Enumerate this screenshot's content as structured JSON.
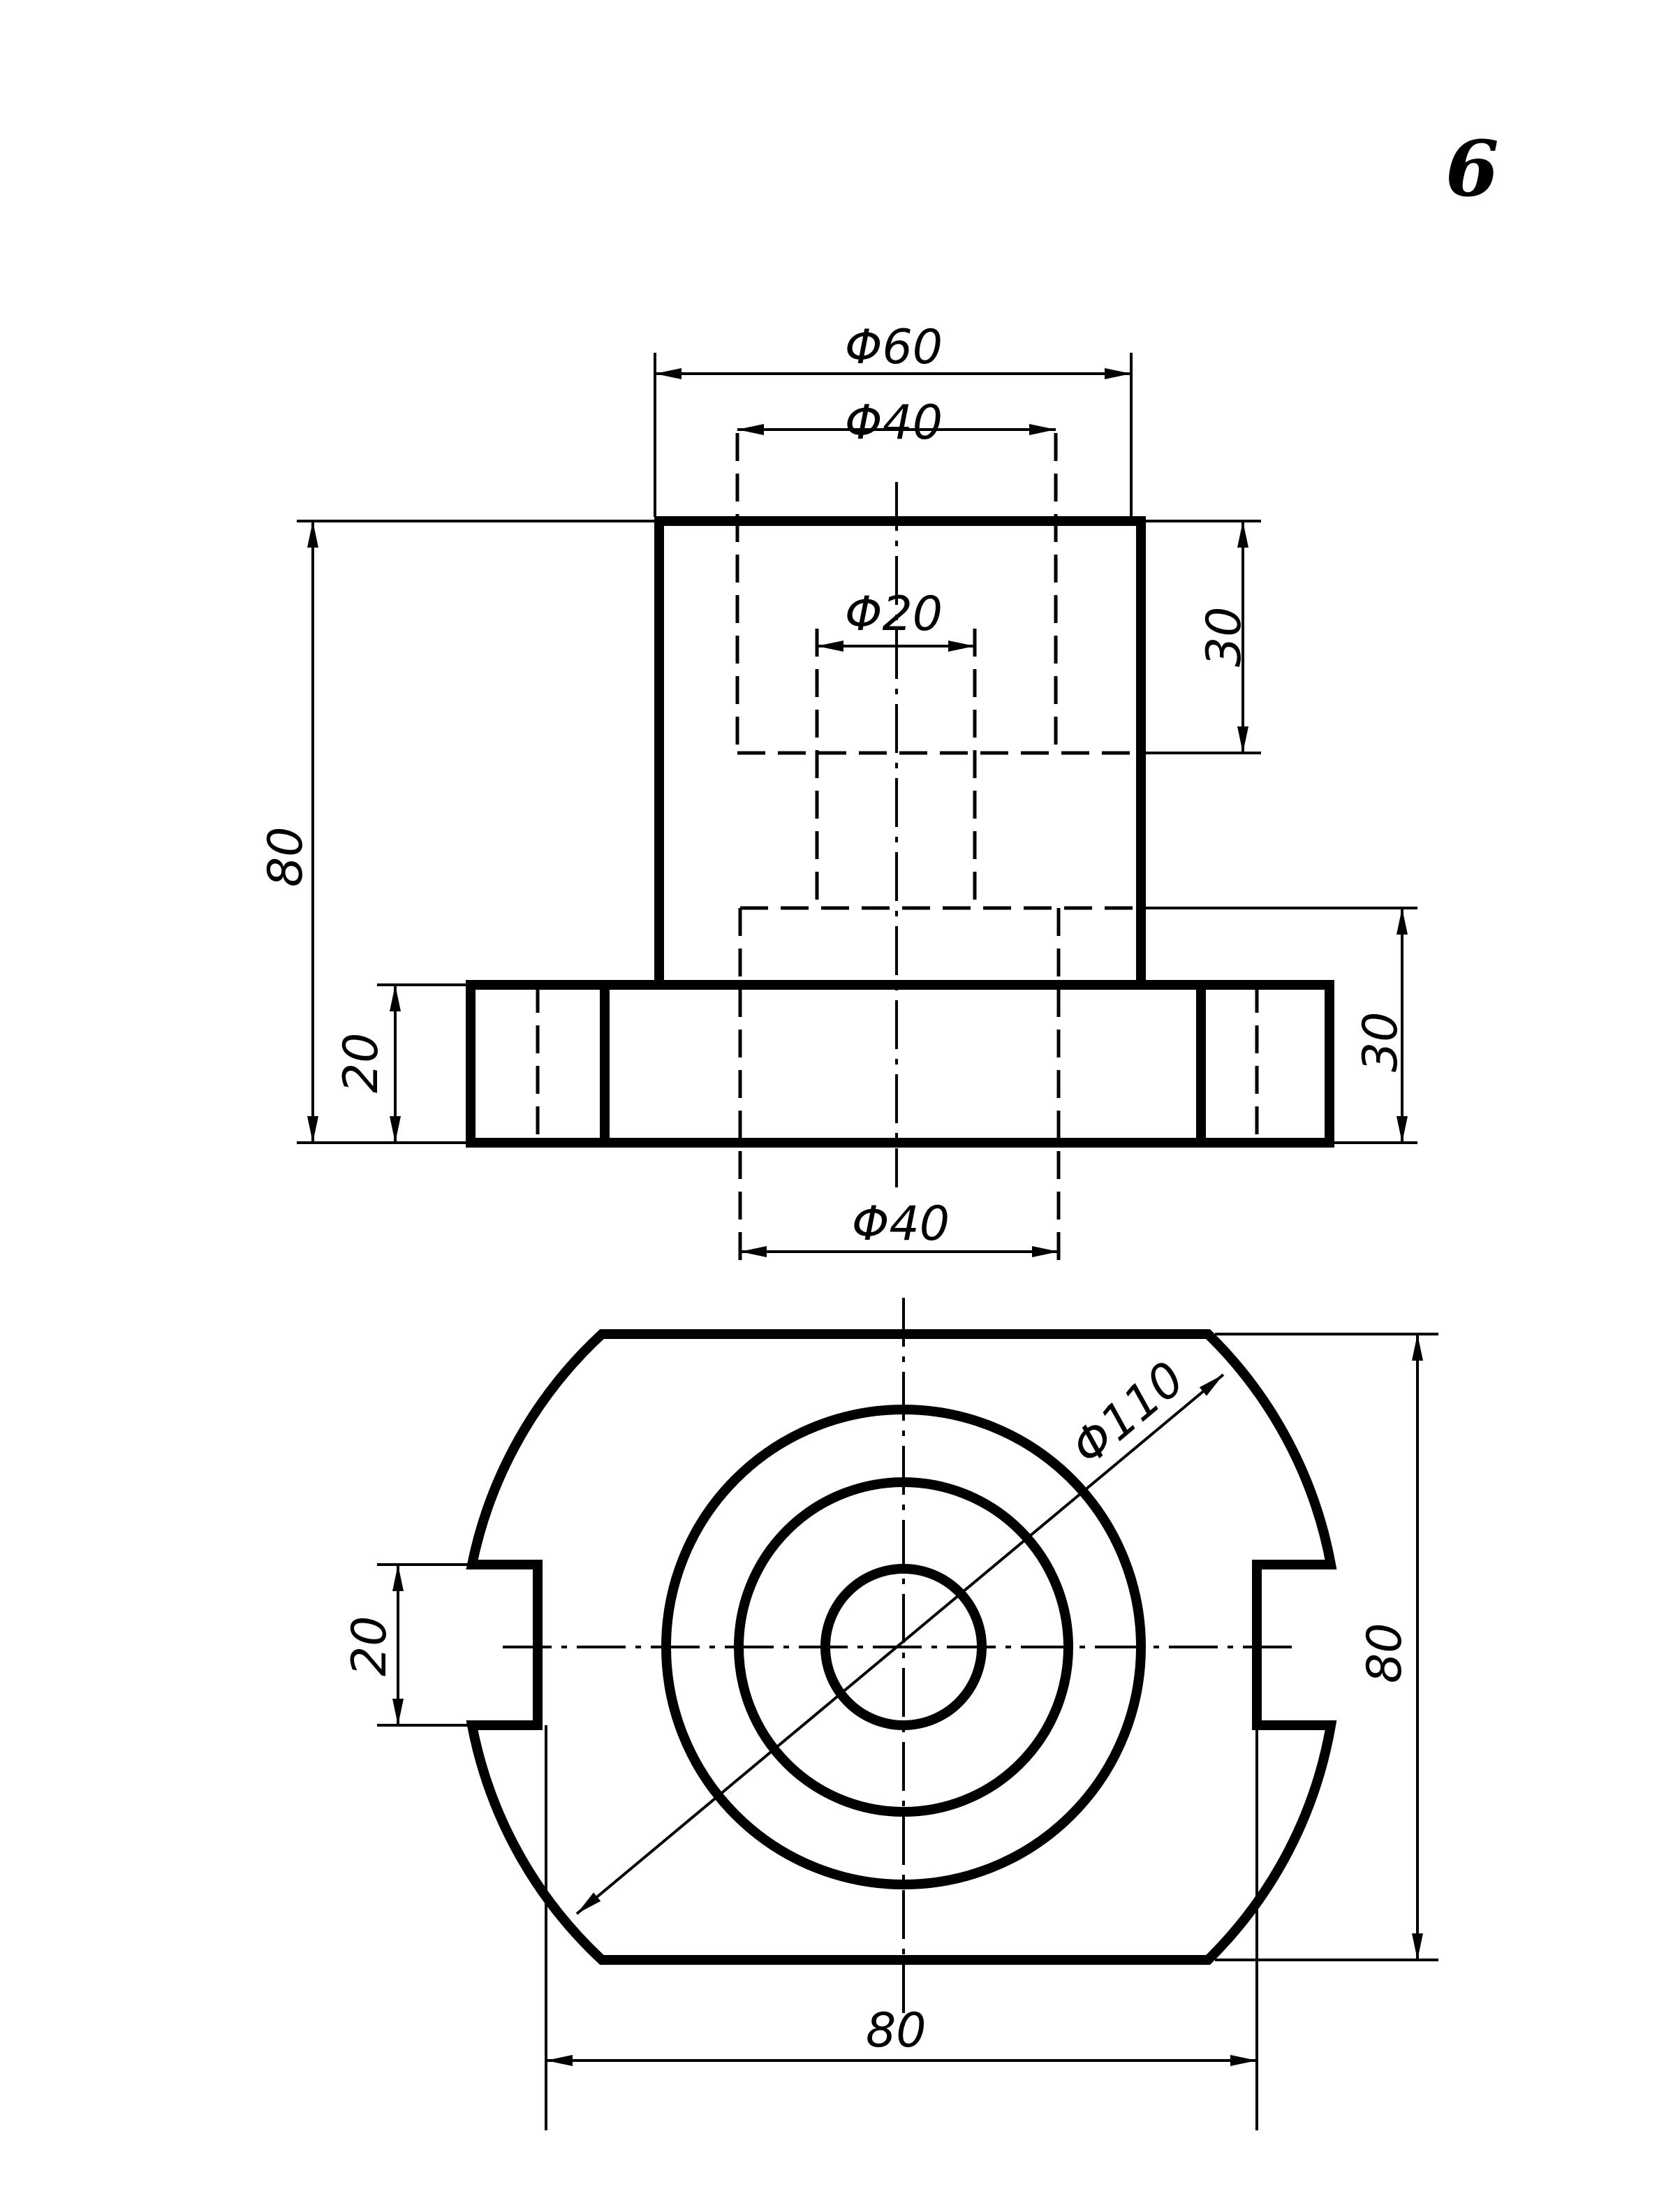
{
  "page_number": "6",
  "front_view": {
    "dimensions": {
      "top_outer_diameter": "Φ60",
      "top_inner_diameter": "Φ40",
      "small_bore_diameter": "Φ20",
      "overall_height": "80",
      "flange_height": "20",
      "counterbore_depth": "30",
      "lower_bore_depth": "30",
      "bottom_bore_diameter": "Φ40"
    }
  },
  "top_view": {
    "dimensions": {
      "outer_diameter": "Φ110",
      "slot_width": "20",
      "flat_to_flat_height": "80",
      "overall_width": "80"
    }
  }
}
